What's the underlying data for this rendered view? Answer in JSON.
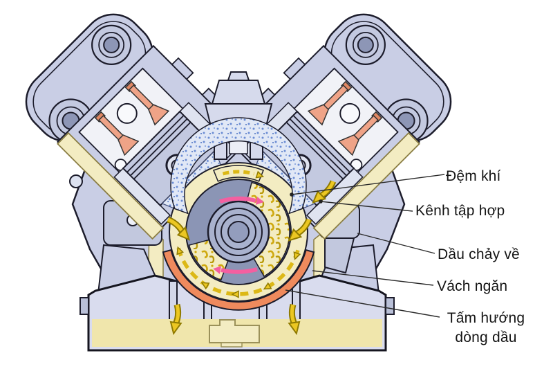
{
  "figure": {
    "type": "v-engine-cross-section-lubrication-diagram",
    "background": "#ffffff",
    "description": "Cross-section of a V engine showing oil flow: air cushion, collecting channel, returning oil, partition wall and oil flow deflector plate"
  },
  "labels": [
    {
      "id": "dem-khi",
      "text": "Đệm khí"
    },
    {
      "id": "kenh-tap-hop",
      "text": "Kênh tập hợp"
    },
    {
      "id": "dau-chay-ve",
      "text": "Dầu chảy về"
    },
    {
      "id": "vach-ngan",
      "text": "Vách ngăn"
    },
    {
      "id": "tam-huong-dong-dau",
      "lines": [
        "Tấm hướng",
        "dòng dầu"
      ]
    }
  ],
  "parts": [
    "valve-cover-left",
    "valve-cover-right",
    "cylinder-bank-left",
    "cylinder-bank-right",
    "valves",
    "piston",
    "wrist-pin",
    "crankcase",
    "crankshaft-chamber",
    "crankshaft-journal",
    "air-cushion-speckled-region",
    "oil-collecting-channel",
    "oil-return-channel-left",
    "oil-return-channel-right",
    "oil-deflector-plate",
    "partition-wall",
    "oil-pan",
    "oil",
    "oil-pickup"
  ],
  "colors": {
    "body_metal": "#c9cee5",
    "body_shade": "#aab3cf",
    "outline": "#1c1c2b",
    "white_bore": "#f1f2f7",
    "cream_oil_channel": "#f3ecc2",
    "oil_sump": "#f0e6ac",
    "oil_arrow_yellow": "#ecc722",
    "valve_salmon": "#efa387",
    "deflector_orange": "#ef8a5d",
    "rotation_arrow_pink": "#f45fa0",
    "chamber_gray": "#8b95b5",
    "pan_lavender": "#d9dcee",
    "speckle_blue": "#6a8cd4"
  }
}
